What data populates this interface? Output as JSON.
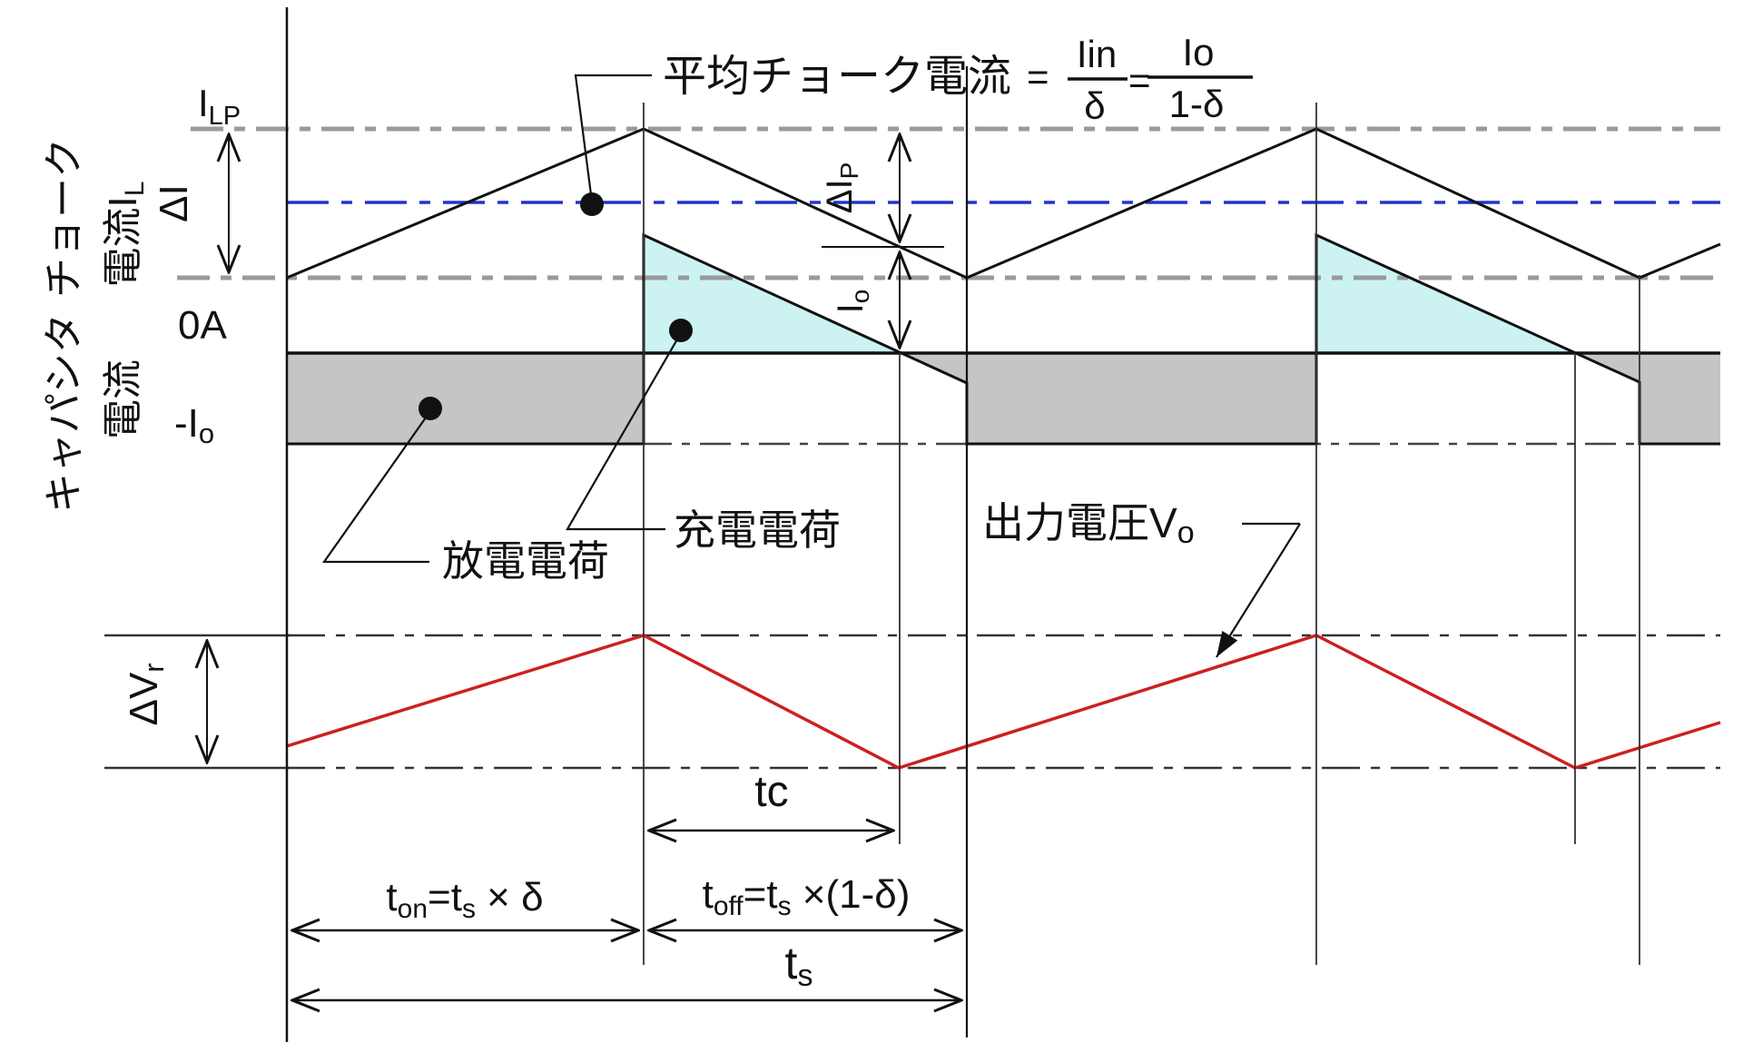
{
  "colors": {
    "line": "#111111",
    "red_waveform": "#cc2020",
    "blue_average_line": "#2233cc",
    "gray_dash": "#9a9a9a",
    "dark_dash": "#333333",
    "cyan_fill": "#ccf2f2",
    "gray_fill": "#c5c5c5",
    "background": "#ffffff"
  },
  "left_labels": {
    "choke_line1": "チョーク",
    "choke_line2_base": "電流I",
    "choke_line2_sub": "L",
    "ilp_base": "I",
    "ilp_sub": "LP",
    "delta_i": "ΔI",
    "zero_a": "0A",
    "minus_io_base": "-I",
    "minus_io_sub": "o",
    "cap_line1": "キャパシタ",
    "cap_line2": "電流",
    "delta_vr_base": "ΔV",
    "delta_vr_sub": "r"
  },
  "annotations": {
    "avg_text": "平均チョーク電流",
    "avg_eq1": "=",
    "avg_frac1_num": "Iin",
    "avg_frac1_den": "δ",
    "avg_eq2": "=",
    "avg_frac2_num": "Io",
    "avg_frac2_den": "1-δ",
    "delta_ip_base": "ΔI",
    "delta_ip_sub": "P",
    "io_base": "I",
    "io_sub": "o",
    "charge": "充電電荷",
    "discharge": "放電電荷",
    "vout_base": "出力電圧V",
    "vout_sub": "o"
  },
  "time_labels": {
    "tc": "tc",
    "ton_t": "t",
    "ton_sub": "on",
    "ton_mid": "=t",
    "ton_sub2": "s",
    "ton_rest": " × δ",
    "toff_t": "t",
    "toff_sub": "off",
    "toff_mid": "=t",
    "toff_sub2": "s",
    "toff_rest": " ×(1-δ)",
    "ts_t": "t",
    "ts_sub": "s"
  },
  "waveform_levels": {
    "choke_peak_label": "ILP",
    "zero_axis_label": "0A",
    "negative_output_current_label": "-Io",
    "ripple_labels": [
      "ΔI",
      "ΔIP",
      "Io",
      "ΔVr"
    ],
    "timing_labels": [
      "tc",
      "ton=ts × δ",
      "toff=ts ×(1-δ)",
      "ts"
    ]
  }
}
